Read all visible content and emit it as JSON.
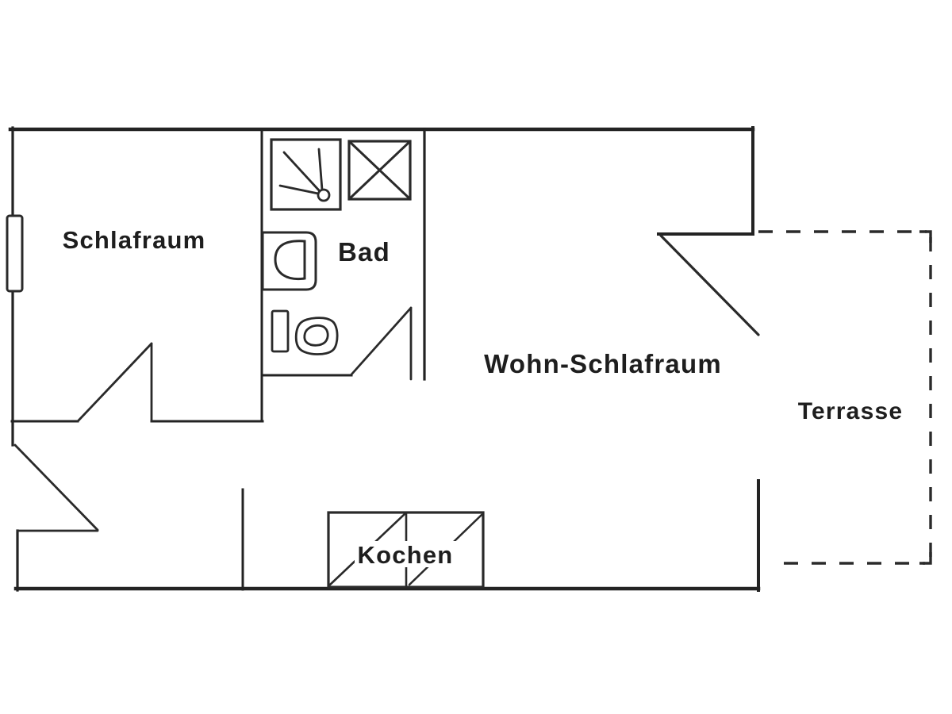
{
  "diagram": {
    "type": "floor-plan",
    "background_color": "#ffffff",
    "line_color": "#232323",
    "rooms": {
      "schlafraum": {
        "label": "Schlafraum"
      },
      "bad": {
        "label": "Bad"
      },
      "wohn_schlafraum": {
        "label": "Wohn-Schlafraum"
      },
      "kochen": {
        "label": "Kochen"
      },
      "terrasse": {
        "label": "Terrasse"
      }
    },
    "fixtures": {
      "shower": "shower-spray-icon",
      "crossed_square": "crossed-square-icon",
      "washbasin": "washbasin-icon",
      "toilet": "toilet-icon",
      "kitchen_unit": "kitchen-counter-icon",
      "window": "window-marker",
      "doors": "door-swing-marker"
    }
  }
}
